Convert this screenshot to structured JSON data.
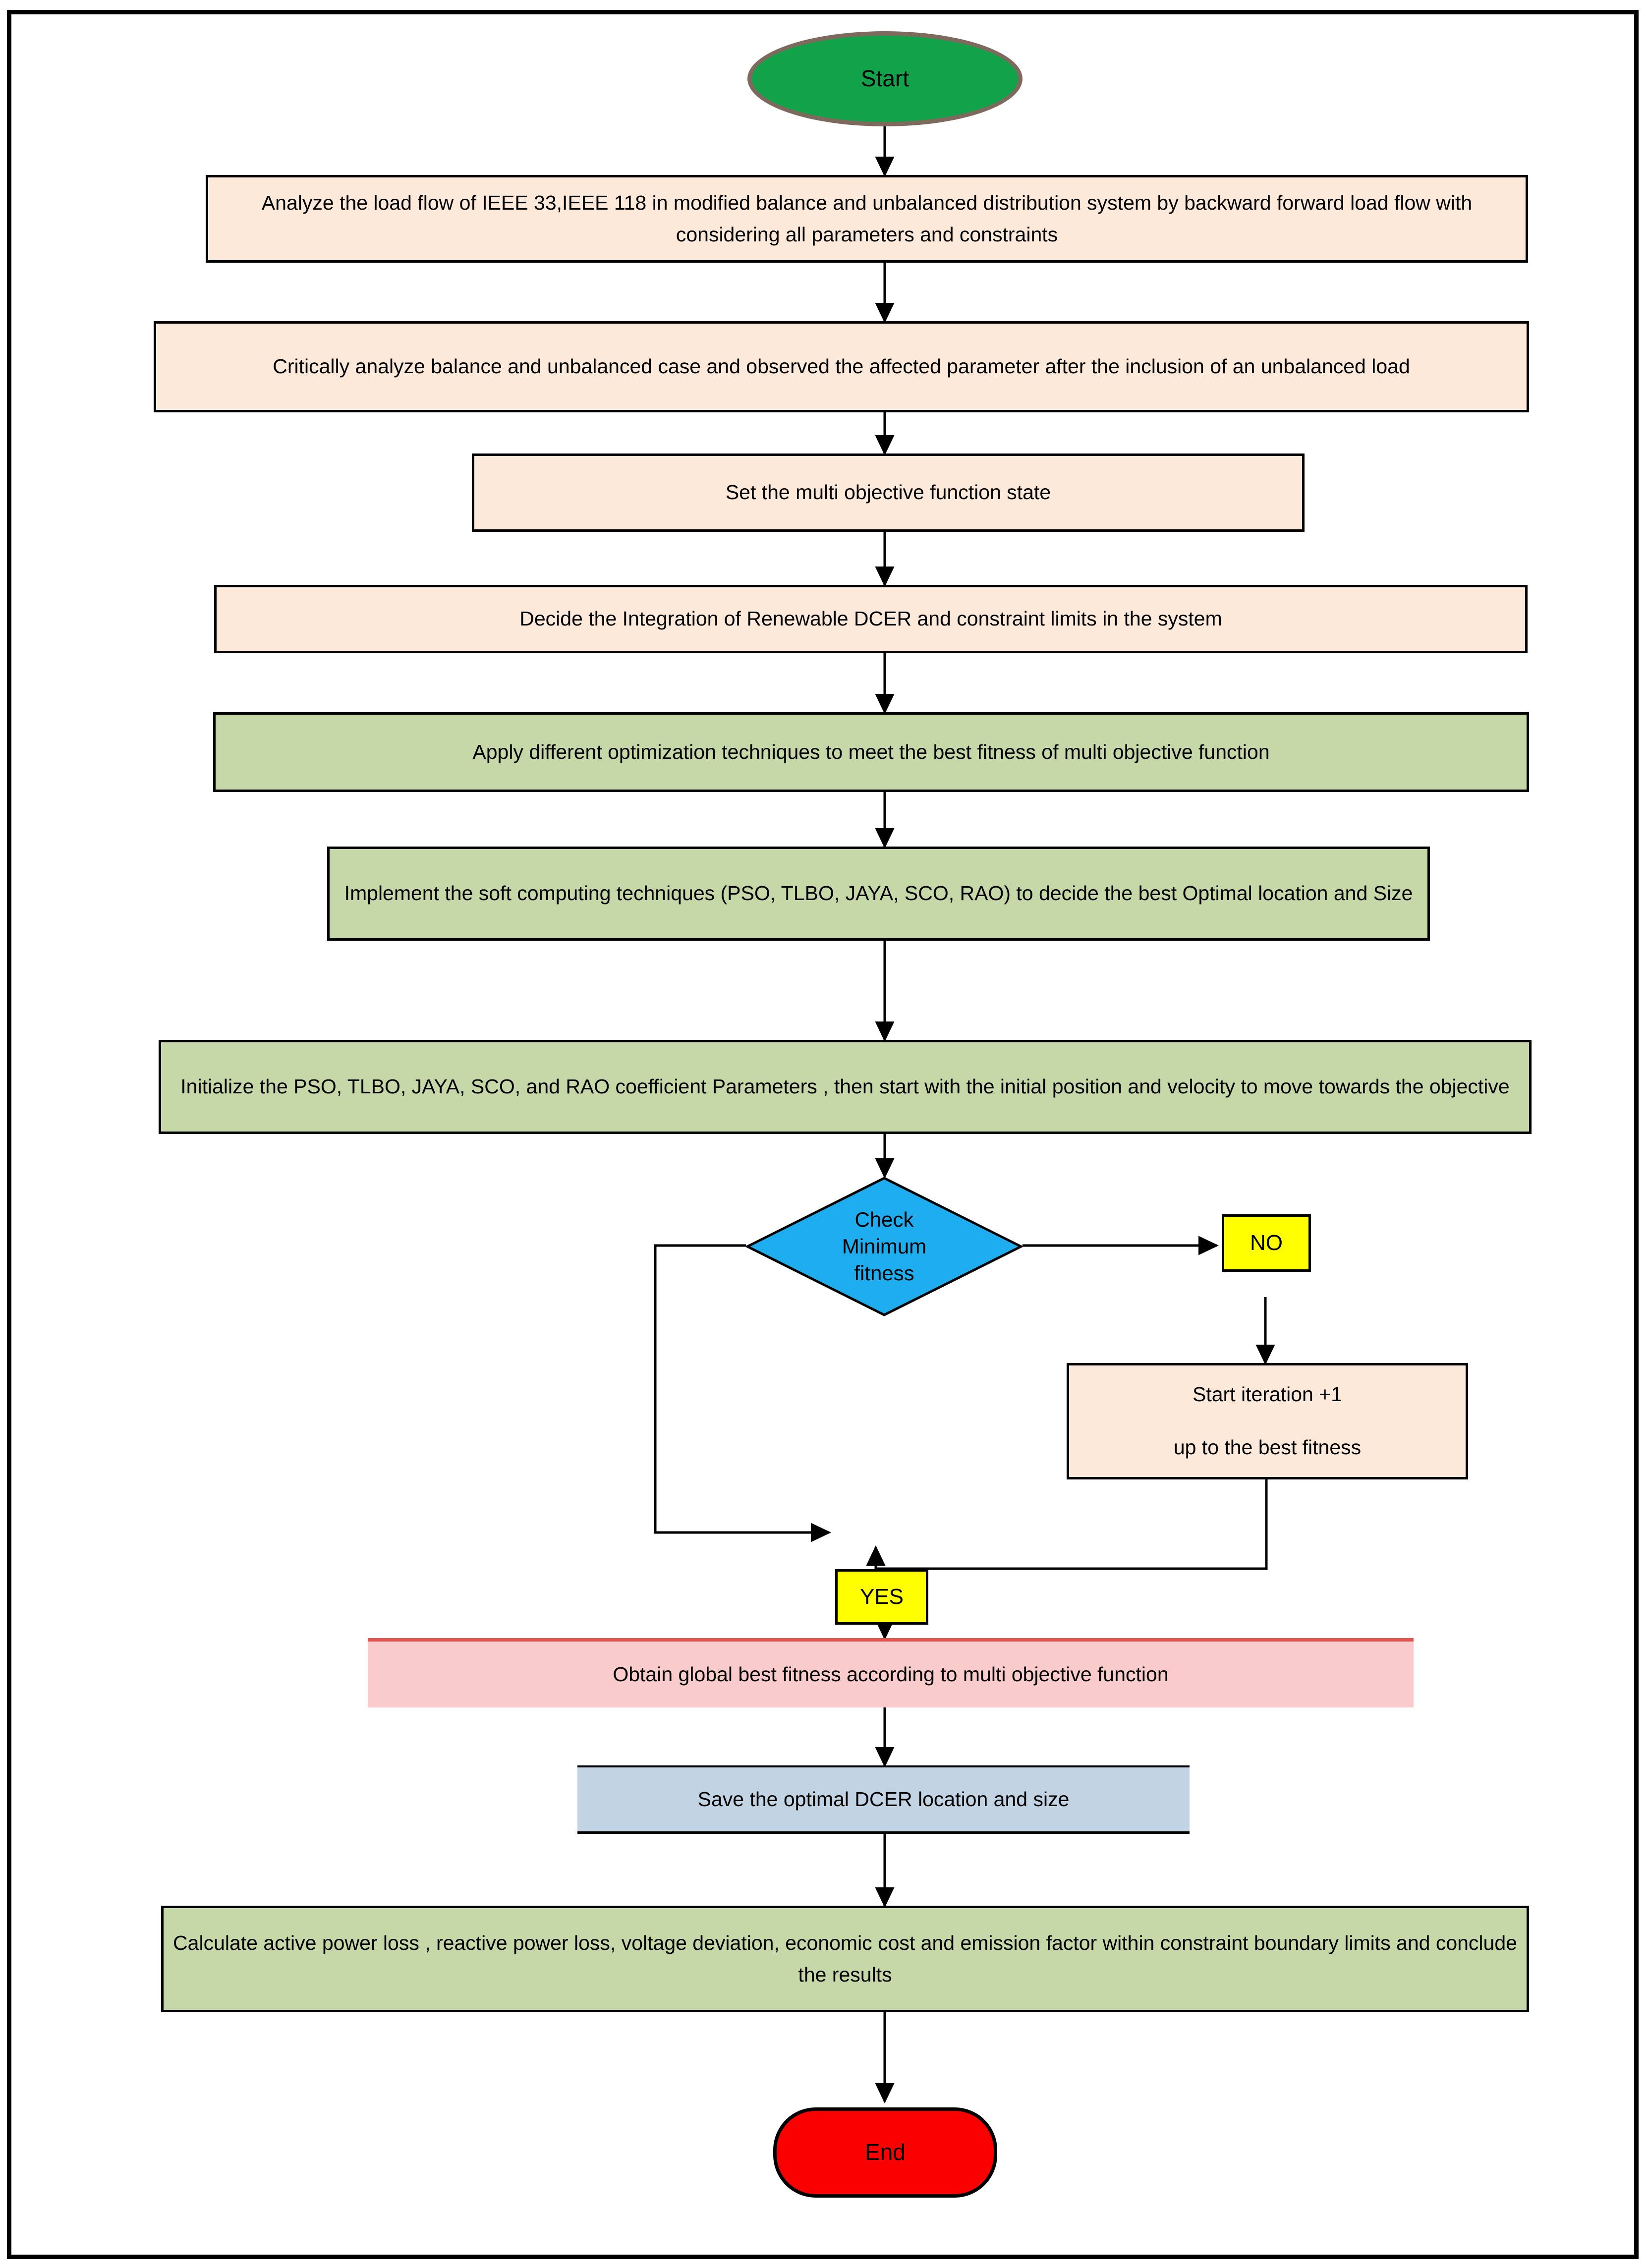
{
  "diagram": {
    "title": "Optimization flowchart for DCER placement in distribution systems",
    "type": "flowchart",
    "colors": {
      "start_fill": "#12a34a",
      "start_border": "#7d6a5d",
      "end_fill": "#fa0000",
      "process_peach": "#fce9da",
      "process_green": "#c6d7a8",
      "result_pink": "#f9cbcb",
      "result_pink_border": "#e0564f",
      "save_bluegrey": "#c2d3e4",
      "decision_blue": "#1eaeef",
      "label_yellow": "#ffff00",
      "edge": "#000000",
      "frame": "#000000"
    },
    "nodes": {
      "start": {
        "shape": "ellipse",
        "label": "Start"
      },
      "step1": {
        "shape": "rect",
        "label": "Analyze the load flow of IEEE 33,IEEE 118 in modified balance and unbalanced distribution system by backward forward load flow with  considering all  parameters and constraints"
      },
      "step2": {
        "shape": "rect",
        "label": "Critically analyze balance and unbalanced  case  and observed the affected parameter after the inclusion of an unbalanced load"
      },
      "step3": {
        "shape": "rect",
        "label": "Set the multi objective function state"
      },
      "step4": {
        "shape": "rect",
        "label": "Decide the Integration of Renewable DCER and constraint limits in the system"
      },
      "step5": {
        "shape": "rect",
        "label": "Apply different optimization techniques to meet the best fitness of multi objective function"
      },
      "step6": {
        "shape": "rect",
        "label": "Implement the soft computing  techniques (PSO, TLBO, JAYA, SCO, RAO) to decide the best Optimal location and Size"
      },
      "step7": {
        "shape": "rect",
        "label": "Initialize the PSO, TLBO, JAYA, SCO, and RAO  coefficient Parameters , then start with  the initial position and velocity to move towards the objective"
      },
      "decision": {
        "shape": "diamond",
        "label_line1": "Check",
        "label_line2": "Minimum",
        "label_line3": "fitness"
      },
      "no_label": {
        "shape": "rect",
        "label": "NO"
      },
      "yes_label": {
        "shape": "rect",
        "label": "YES"
      },
      "iteration": {
        "shape": "rect",
        "label_line1": "Start iteration +1",
        "label_line2": "up to the best fitness"
      },
      "obtain": {
        "shape": "rect",
        "label": "Obtain  global best fitness according to multi objective function"
      },
      "save": {
        "shape": "rect",
        "label": "Save the optimal  DCER location and size"
      },
      "calculate": {
        "shape": "rect",
        "label": "Calculate active power loss , reactive power loss, voltage deviation, economic cost and emission factor within constraint boundary limits and conclude the results"
      },
      "end": {
        "shape": "terminator",
        "label": "End"
      }
    }
  }
}
